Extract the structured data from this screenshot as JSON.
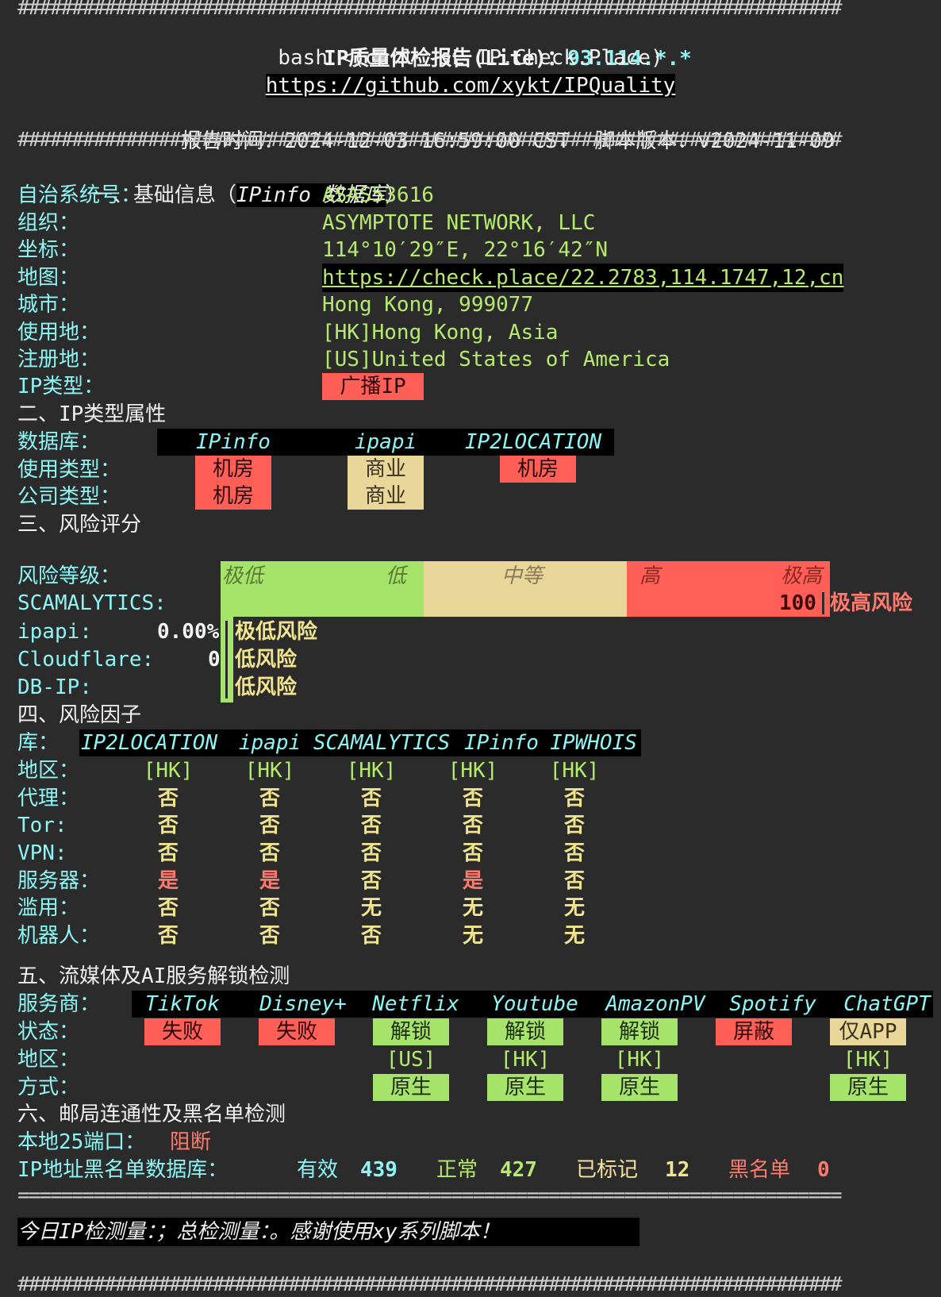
{
  "hash_line": "############################################################################",
  "eq_line": "============================================================================",
  "header": {
    "title_prefix": "IP质量体检报告(Lite)：",
    "ip": "93.114.*.*",
    "command": "bash <(curl -sL IP.Check.Place)",
    "github_url": "https://github.com/xykt/IPQuality",
    "report_time_label": "报告时间：",
    "report_time": "2024-12-03 16:59:00 CST",
    "version_label": "脚本版本：",
    "version": "v2024-11-09"
  },
  "section1": {
    "title_prefix": "一、基础信息（",
    "title_source": "IPinfo 数据库",
    "title_suffix": "）",
    "rows": [
      {
        "label": "自治系统号：",
        "value": "ASAS53616"
      },
      {
        "label": "组织：",
        "value": "ASYMPTOTE NETWORK, LLC"
      },
      {
        "label": "坐标：",
        "value": "114°10′29″E, 22°16′42″N"
      },
      {
        "label": "地图：",
        "value": "https://check.place/22.2783,114.1747,12,cn"
      },
      {
        "label": "城市：",
        "value": "Hong Kong, 999077"
      },
      {
        "label": "使用地：",
        "value": "[HK]Hong Kong, Asia"
      },
      {
        "label": "注册地：",
        "value": "[US]United States of America"
      }
    ],
    "ip_type_label": "IP类型：",
    "ip_type_value": "广播IP"
  },
  "section2": {
    "title": "二、IP类型属性",
    "db_label": "数据库：",
    "dbs": [
      "IPinfo",
      "ipapi",
      "IP2LOCATION"
    ],
    "usage_label": "使用类型：",
    "usage": [
      "机房",
      "商业",
      "机房"
    ],
    "company_label": "公司类型：",
    "company": [
      "机房",
      "商业"
    ]
  },
  "section3": {
    "title": "三、风险评分",
    "level_label": "风险等级：",
    "levels": [
      "极低",
      "低",
      "中等",
      "高",
      "极高"
    ],
    "colors": {
      "green": "#a6e36b",
      "yellow": "#e9d79a",
      "red": "#ff5f57"
    },
    "scamalytics_label": "SCAMALYTICS:",
    "scamalytics_score": "100",
    "scamalytics_level": "极高风险",
    "scamalytics_fraction": 1.0,
    "ipapi_label": "ipapi:",
    "ipapi_score": "0.00%",
    "ipapi_level": "极低风险",
    "cloudflare_label": "Cloudflare:",
    "cloudflare_score": "0",
    "cloudflare_level": "低风险",
    "dbip_label": "DB-IP:",
    "dbip_level": "低风险"
  },
  "section4": {
    "title": "四、风险因子",
    "lib_label": "库：",
    "libs": [
      "IP2LOCATION",
      "ipapi",
      "SCAMALYTICS",
      "IPinfo",
      "IPWHOIS"
    ],
    "rows": [
      {
        "label": "地区：",
        "values": [
          "[HK]",
          "[HK]",
          "[HK]",
          "[HK]",
          "[HK]"
        ],
        "colors": [
          "g",
          "g",
          "g",
          "g",
          "g"
        ]
      },
      {
        "label": "代理：",
        "values": [
          "否",
          "否",
          "否",
          "否",
          "否"
        ],
        "colors": [
          "y",
          "y",
          "y",
          "y",
          "y"
        ]
      },
      {
        "label": "Tor:",
        "values": [
          "否",
          "否",
          "否",
          "否",
          "否"
        ],
        "colors": [
          "y",
          "y",
          "y",
          "y",
          "y"
        ]
      },
      {
        "label": "VPN:",
        "values": [
          "否",
          "否",
          "否",
          "否",
          "否"
        ],
        "colors": [
          "y",
          "y",
          "y",
          "y",
          "y"
        ]
      },
      {
        "label": "服务器：",
        "values": [
          "是",
          "是",
          "否",
          "是",
          "否"
        ],
        "colors": [
          "r",
          "r",
          "y",
          "r",
          "y"
        ]
      },
      {
        "label": "滥用：",
        "values": [
          "否",
          "否",
          "无",
          "无",
          "无"
        ],
        "colors": [
          "y",
          "y",
          "y",
          "y",
          "y"
        ]
      },
      {
        "label": "机器人：",
        "values": [
          "否",
          "否",
          "否",
          "无",
          "无"
        ],
        "colors": [
          "y",
          "y",
          "y",
          "y",
          "y"
        ]
      }
    ]
  },
  "section5": {
    "title": "五、流媒体及AI服务解锁检测",
    "provider_label": "服务商：",
    "providers": [
      "TikTok",
      "Disney+",
      "Netflix",
      "Youtube",
      "AmazonPV",
      "Spotify",
      "ChatGPT"
    ],
    "status_label": "状态：",
    "status": [
      {
        "text": "失败",
        "kind": "red"
      },
      {
        "text": "失败",
        "kind": "red"
      },
      {
        "text": "解锁",
        "kind": "green"
      },
      {
        "text": "解锁",
        "kind": "green"
      },
      {
        "text": "解锁",
        "kind": "green"
      },
      {
        "text": "屏蔽",
        "kind": "red"
      },
      {
        "text": "仅APP",
        "kind": "yel"
      }
    ],
    "region_label": "地区：",
    "regions": [
      "",
      "",
      "[US]",
      "[HK]",
      "[HK]",
      "",
      "[HK]"
    ],
    "mode_label": "方式：",
    "modes": [
      "",
      "",
      "原生",
      "原生",
      "原生",
      "",
      "原生"
    ]
  },
  "section6": {
    "title": "六、邮局连通性及黑名单检测",
    "port_label": "本地25端口：",
    "port_status": "阻断",
    "blacklist_label": "IP地址黑名单数据库：",
    "valid_label": "有效",
    "valid": "439",
    "normal_label": "正常",
    "normal": "427",
    "marked_label": "已标记",
    "marked": "12",
    "black_label": "黑名单",
    "black": "0"
  },
  "footer": {
    "message": "今日IP检测量：；总检测量：。感谢使用xy系列脚本！"
  }
}
